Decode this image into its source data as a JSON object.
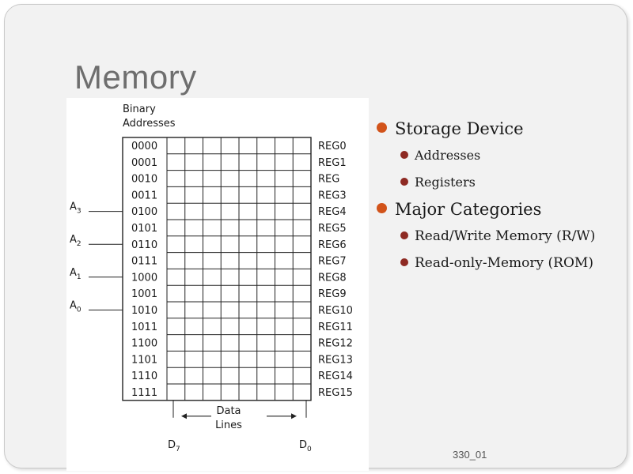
{
  "title": "Memory",
  "figure": {
    "header_line1": "Binary",
    "header_line2": "Addresses",
    "addresses": [
      "0000",
      "0001",
      "0010",
      "0011",
      "0100",
      "0101",
      "0110",
      "0111",
      "1000",
      "1001",
      "1010",
      "1011",
      "1100",
      "1101",
      "1110",
      "1111"
    ],
    "registers": [
      "REG0",
      "REG1",
      "REG",
      "REG3",
      "REG4",
      "REG5",
      "REG6",
      "REG7",
      "REG8",
      "REG9",
      "REG10",
      "REG11",
      "REG12",
      "REG13",
      "REG14",
      "REG15"
    ],
    "address_lines": [
      {
        "base": "A",
        "sub": "3"
      },
      {
        "base": "A",
        "sub": "2"
      },
      {
        "base": "A",
        "sub": "1"
      },
      {
        "base": "A",
        "sub": "0"
      }
    ],
    "data_label_line1": "Data",
    "data_label_line2": "Lines",
    "data_left": {
      "base": "D",
      "sub": "7"
    },
    "data_right": {
      "base": "D",
      "sub": "0"
    }
  },
  "bullets": [
    {
      "label": "Storage Device",
      "children": [
        "Addresses",
        "Registers"
      ]
    },
    {
      "label": "Major Categories",
      "children": [
        "Read/Write Memory (R/W)",
        "Read-only-Memory (ROM)"
      ]
    }
  ],
  "footer": "330_01",
  "colors": {
    "bullet_level1": "#d2531a",
    "bullet_level2": "#8e2a23",
    "title": "#6e6e6e"
  }
}
